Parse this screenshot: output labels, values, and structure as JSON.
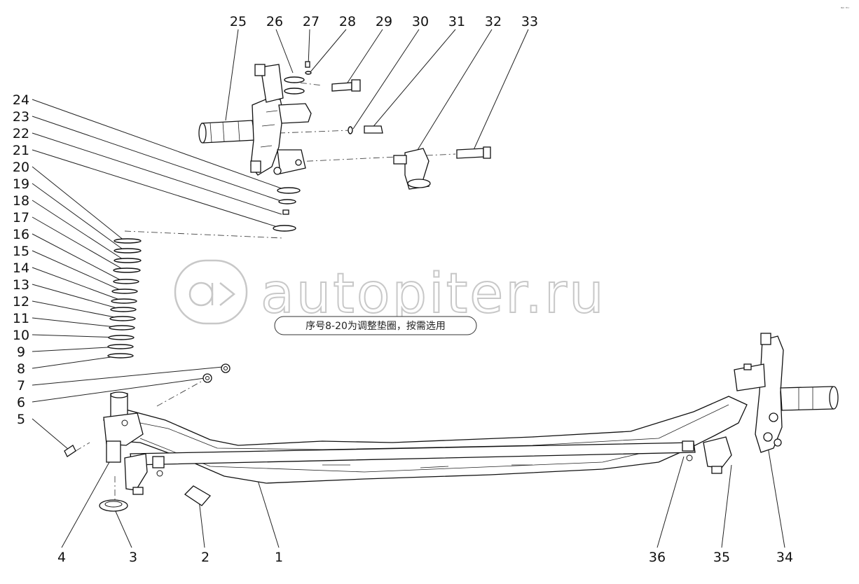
{
  "diagram": {
    "note": "序号8-20为调整垫圈，按需选用",
    "watermark": {
      "text": "autopiter.ru",
      "logo_glyph": "a>"
    },
    "corner_mark": "ᵃᵖ ⁿᵘ",
    "callouts": {
      "n1": "1",
      "n2": "2",
      "n3": "3",
      "n4": "4",
      "n5": "5",
      "n6": "6",
      "n7": "7",
      "n8": "8",
      "n9": "9",
      "n10": "10",
      "n11": "11",
      "n12": "12",
      "n13": "13",
      "n14": "14",
      "n15": "15",
      "n16": "16",
      "n17": "17",
      "n18": "18",
      "n19": "19",
      "n20": "20",
      "n21": "21",
      "n22": "22",
      "n23": "23",
      "n24": "24",
      "n25": "25",
      "n26": "26",
      "n27": "27",
      "n28": "28",
      "n29": "29",
      "n30": "30",
      "n31": "31",
      "n32": "32",
      "n33": "33",
      "n34": "34",
      "n35": "35",
      "n36": "36"
    }
  }
}
